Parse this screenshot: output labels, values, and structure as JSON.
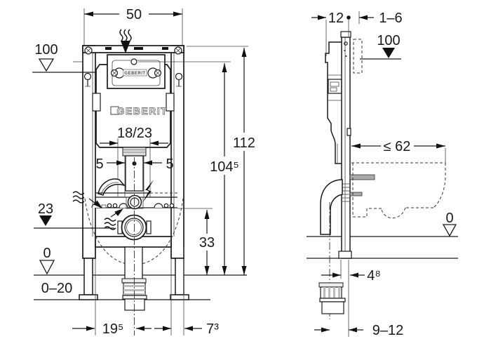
{
  "front_view": {
    "frame_width": "50",
    "level_top": "100",
    "height_total": "112",
    "height_actuator": "104⁵",
    "cistern_model": "18/23",
    "offset_left": "5",
    "offset_right": "5",
    "level_connection": "23",
    "outlet_height": "33",
    "level_floor": "0",
    "floor_range": "0–20",
    "outlet_offset": "19⁵",
    "side_offset": "7³",
    "logo_text": "GEBERIT",
    "actuator_microtext": "GEBERIT"
  },
  "side_view": {
    "frame_depth": "12",
    "wall_finish_range": "1–6",
    "level_top": "100",
    "pan_depth_max": "≤ 62",
    "level_floor": "0",
    "outlet_wall_distance": "4⁸",
    "floor_build_range": "9–12"
  },
  "colors": {
    "line": "#1a1a1a",
    "background": "#ffffff"
  }
}
